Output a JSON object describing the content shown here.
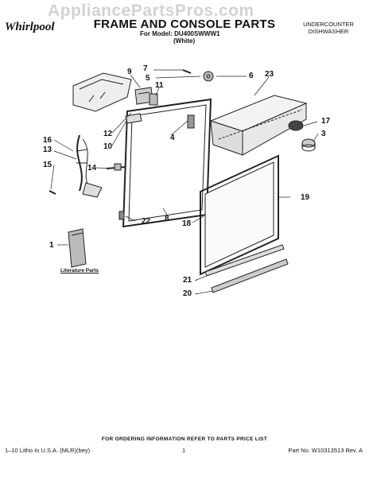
{
  "watermark": "AppliancePartsPros.com",
  "brand": "Whirlpool",
  "title": "FRAME AND CONSOLE PARTS",
  "model_line": "For Model: DU400SWWW1",
  "variant": "(White)",
  "category": [
    "UNDERCOUNTER",
    "DISHWASHER"
  ],
  "callouts": [
    "1",
    "3",
    "4",
    "5",
    "6",
    "7",
    "8",
    "9",
    "10",
    "11",
    "12",
    "13",
    "14",
    "15",
    "16",
    "17",
    "18",
    "19",
    "20",
    "21",
    "22",
    "23"
  ],
  "literature_label": "Literature Parts",
  "order_note": "FOR ORDERING INFORMATION REFER TO PARTS PRICE LIST",
  "footer": {
    "left": "1–10 Litho In U.S.A. (MLR)(bey)",
    "center": "1",
    "right": "Part No. W10313513 Rev. A"
  }
}
